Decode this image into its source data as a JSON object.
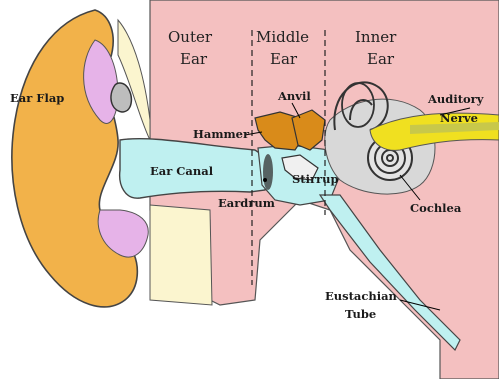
{
  "sections": {
    "outer": {
      "line1": "Outer",
      "line2": "Ear"
    },
    "middle": {
      "line1": "Middle",
      "line2": "Ear"
    },
    "inner": {
      "line1": "Inner",
      "line2": "Ear"
    }
  },
  "labels": {
    "ear_flap": "Ear Flap",
    "ear_canal": "Ear Canal",
    "hammer": "Hammer",
    "anvil": "Anvil",
    "stirrup": "Stirrup",
    "eardrum": "Eardrum",
    "auditory": "Auditory",
    "nerve": "Nerve",
    "cochlea": "Cochlea",
    "eustachian": "Eustachian",
    "tube": "Tube"
  },
  "colors": {
    "ear_flap": "#f2b24a",
    "skin_pink": "#f4c0c0",
    "canal": "#bff0f0",
    "cream": "#fbf5cf",
    "lilac": "#e6b3e8",
    "bone_orange": "#d98b1a",
    "nerve_yellow": "#f0e020",
    "cochlea_grey": "#d8d8d8"
  }
}
